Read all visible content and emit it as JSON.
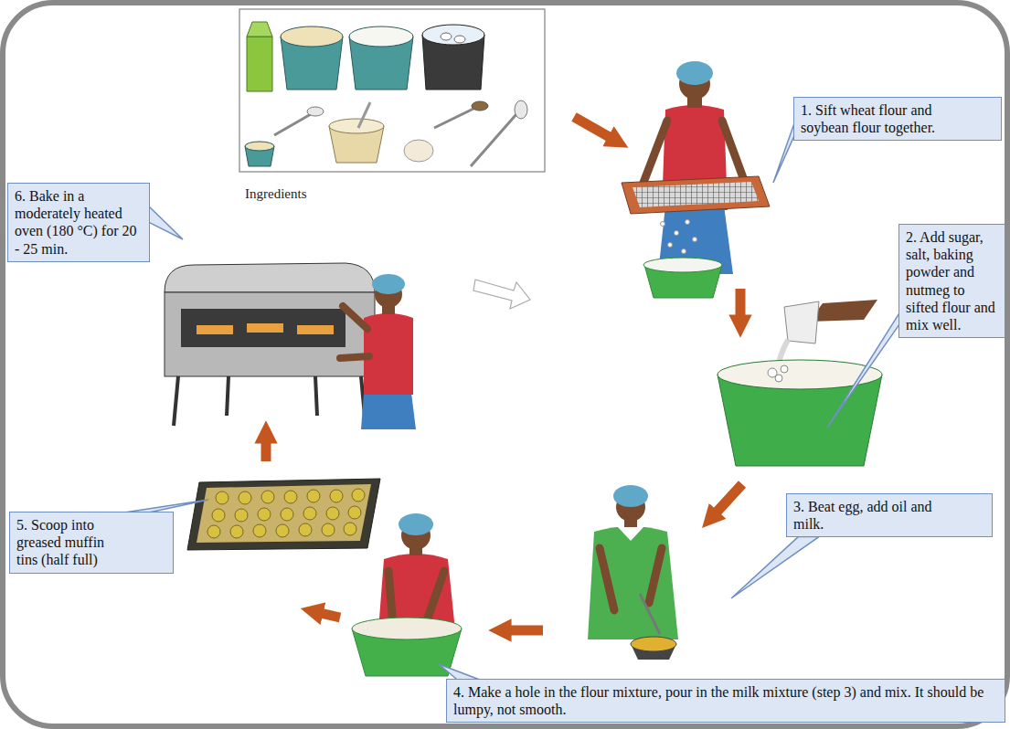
{
  "diagram": {
    "nodes": [
      {
        "text": [
          "1. Sift wheat flour and soybean flour together."
        ]
      },
      {
        "text": [
          "2. Add sugar, salt, baking powder and nutmeg to sifted flour and mix well."
        ]
      },
      {
        "text": [
          "3. Beat egg, add oil and milk."
        ]
      },
      {
        "text": [
          "4. Make a hole in the flour mixture, pour in the milk mixture (step 3) and mix. It should be lumpy, not smooth."
        ]
      },
      {
        "text": [
          "5. Scoop into greased muffin tins (half full)"
        ]
      },
      {
        "text": [
          "6. Bake in a moderately heated oven (180 °C) for 20 - 25 min."
        ]
      }
    ],
    "labels": [
      "Ingredients"
    ]
  }
}
